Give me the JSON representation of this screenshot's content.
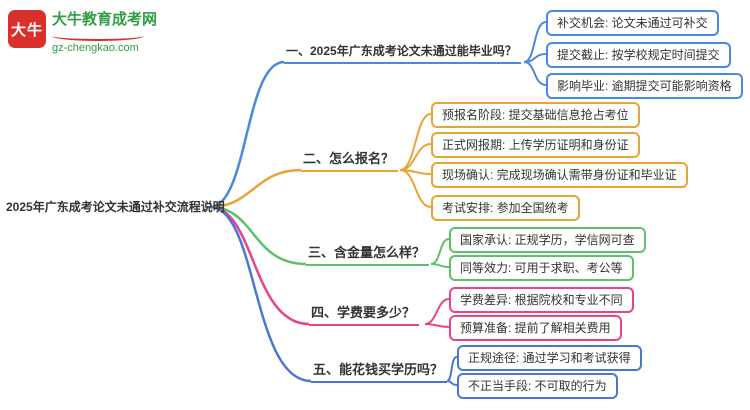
{
  "logo": {
    "icon_text": "大牛",
    "brand": "大牛教育成考网",
    "domain": "gz-chengkao.com"
  },
  "root": {
    "label": "2025年广东成考论文未通过补交流程说明"
  },
  "branches": [
    {
      "label": "一、2025年广东成考论文未通过能毕业吗？",
      "color": "#4a89dc",
      "children": [
        {
          "label": "补交机会: 论文未通过可补交"
        },
        {
          "label": "提交截止: 按学校规定时间提交"
        },
        {
          "label": "影响毕业: 逾期提交可能影响资格"
        }
      ]
    },
    {
      "label": "二、怎么报名？",
      "color": "#eaa336",
      "children": [
        {
          "label": "预报名阶段: 提交基础信息抢占考位"
        },
        {
          "label": "正式网报期: 上传学历证明和身份证"
        },
        {
          "label": "现场确认: 完成现场确认需带身份证和毕业证"
        },
        {
          "label": "考试安排: 参加全国统考"
        }
      ]
    },
    {
      "label": "三、含金量怎么样？",
      "color": "#5fc06a",
      "children": [
        {
          "label": "国家承认: 正规学历，学信网可查"
        },
        {
          "label": "同等效力: 可用于求职、考公等"
        }
      ]
    },
    {
      "label": "四、学费要多少？",
      "color": "#e8438b",
      "children": [
        {
          "label": "学费差异: 根据院校和专业不同"
        },
        {
          "label": "预算准备: 提前了解相关费用"
        }
      ]
    },
    {
      "label": "五、能花钱买学历吗？",
      "color": "#4a77d4",
      "children": [
        {
          "label": "正规途径: 通过学习和考试获得"
        },
        {
          "label": "不正当手段: 不可取的行为"
        }
      ]
    }
  ]
}
